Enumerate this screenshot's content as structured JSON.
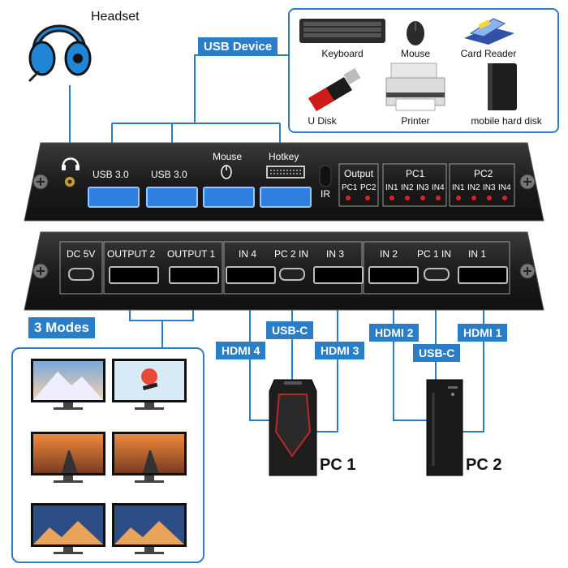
{
  "headset_label": "Headset",
  "usb_device_tag": "USB Device",
  "devices": {
    "keyboard": "Keyboard",
    "mouse": "Mouse",
    "card_reader": "Card Reader",
    "udisk": "U Disk",
    "printer": "Printer",
    "hdd": "mobile hard disk"
  },
  "front_panel": {
    "usb1": "USB 3.0",
    "usb2": "USB 3.0",
    "mouse": "Mouse",
    "hotkey": "Hotkey",
    "ir": "IR",
    "output": "Output",
    "output_pc1": "PC1",
    "output_pc2": "PC2",
    "pc1_group": "PC1",
    "pc2_group": "PC2",
    "in_labels": [
      "IN1",
      "IN2",
      "IN3",
      "IN4"
    ]
  },
  "back_panel": {
    "dc": "DC 5V",
    "output2": "OUTPUT 2",
    "output1": "OUTPUT 1",
    "in4": "IN 4",
    "pc2in": "PC 2 IN",
    "in3": "IN 3",
    "in2": "IN 2",
    "pc1in": "PC 1 IN",
    "in1": "IN 1"
  },
  "modes_tag": "3 Modes",
  "cable_tags": {
    "usbc_left": "USB-C",
    "hdmi4": "HDMI 4",
    "hdmi3": "HDMI 3",
    "hdmi2": "HDMI 2",
    "usbc_right": "USB-C",
    "hdmi1": "HDMI 1"
  },
  "pc1_label": "PC 1",
  "pc2_label": "PC 2",
  "colors": {
    "tag_blue": "#2a7ec8",
    "usb_blue": "#2f7fe0",
    "led_red": "#e02020",
    "panel_dark": "#1c1c1e"
  }
}
